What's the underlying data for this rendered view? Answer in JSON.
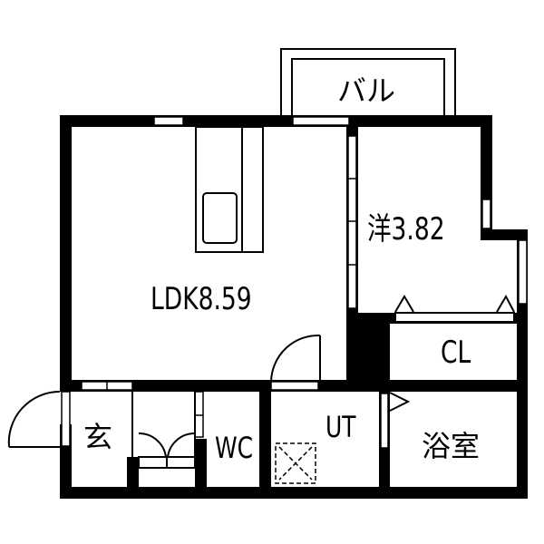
{
  "plan": {
    "wall_color": "#000000",
    "background": "#ffffff",
    "rooms": [
      {
        "id": "balcony",
        "label": "バル"
      },
      {
        "id": "ldk",
        "label": "LDK8.59"
      },
      {
        "id": "western",
        "label": "洋3.82"
      },
      {
        "id": "closet",
        "label": "CL"
      },
      {
        "id": "entrance",
        "label": "玄"
      },
      {
        "id": "wc",
        "label": "WC"
      },
      {
        "id": "utility",
        "label": "UT"
      },
      {
        "id": "bathroom",
        "label": "浴室"
      }
    ]
  }
}
